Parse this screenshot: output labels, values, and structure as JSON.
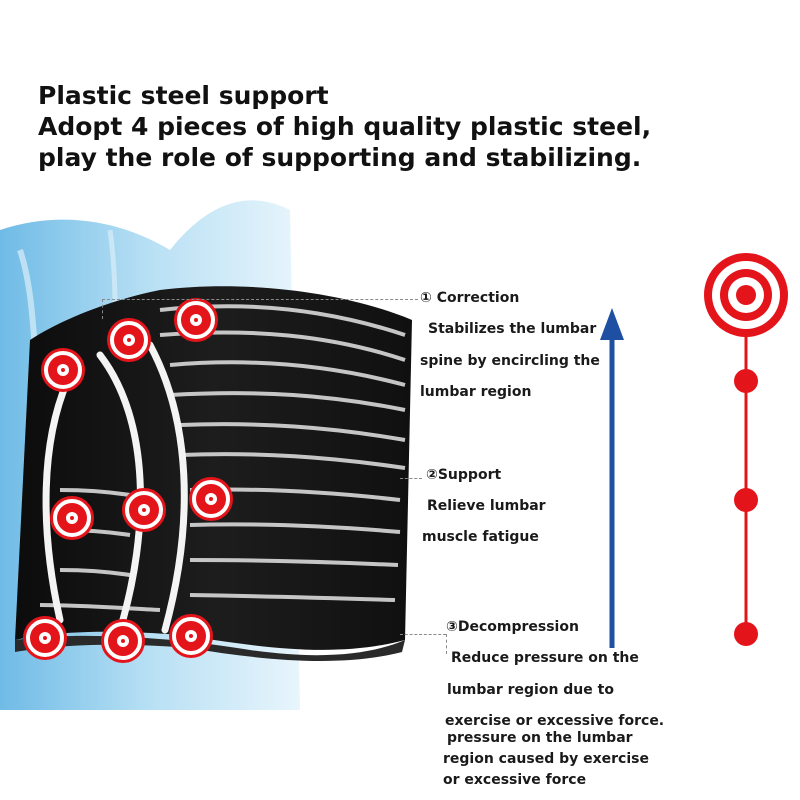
{
  "header": {
    "line1": "Plastic steel support",
    "line2": "Adopt 4 pieces of high quality plastic steel,",
    "line3": "play the role of supporting and stabilizing."
  },
  "callouts": {
    "correction": {
      "title": "① Correction",
      "lines": [
        "Stabilizes the lumbar",
        "spine by encircling the",
        "lumbar region"
      ]
    },
    "support": {
      "title": "②Support",
      "lines": [
        "Relieve lumbar",
        "muscle fatigue"
      ]
    },
    "decompression": {
      "title": "③Decompression",
      "lines": [
        "Reduce pressure on the",
        "lumbar region due to",
        "exercise or excessive force.",
        "pressure on the lumbar",
        "region caused by exercise",
        "or excessive force"
      ]
    }
  },
  "colors": {
    "accent_red": "#e4141b",
    "arrow_blue": "#1f4fa3",
    "belt_black": "#141414",
    "background_blue": "#9fd2ee"
  },
  "icons": {
    "target": "target-icon",
    "hotspot": "hotspot-marker-icon",
    "arrow": "up-arrow-icon"
  }
}
